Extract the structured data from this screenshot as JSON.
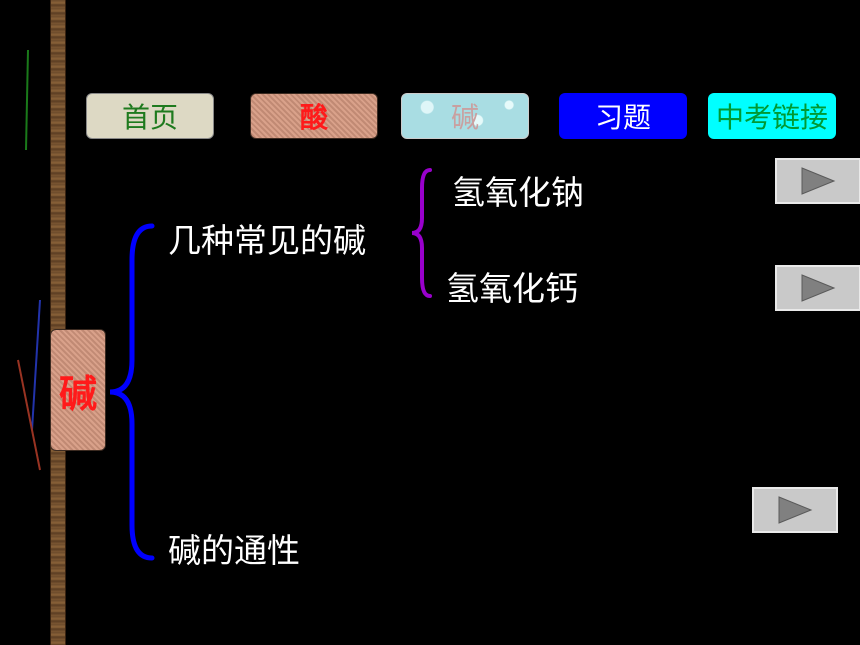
{
  "nav": {
    "home": "首页",
    "acid": "酸",
    "base": "碱",
    "exercises": "习题",
    "exam_links": "中考链接"
  },
  "tag": "碱",
  "tree": {
    "common_bases": "几种常见的碱",
    "naoh": "氢氧化钠",
    "caoh2": "氢氧化钙",
    "general_properties": "碱的通性"
  },
  "colors": {
    "big_brace": "#0000ff",
    "small_brace": "#9900cc"
  },
  "icons": [
    "play-icon",
    "play-icon",
    "play-icon"
  ]
}
